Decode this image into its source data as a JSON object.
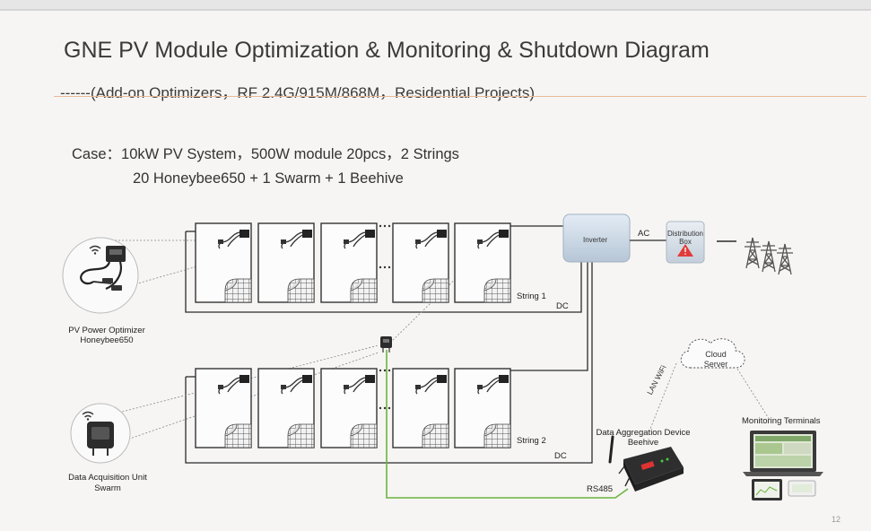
{
  "title": "GNE PV Module Optimization & Monitoring & Shutdown Diagram",
  "subtitle": "------(Add-on Optimizers，RF 2.4G/915M/868M，Residential Projects)",
  "case_line1": "Case：10kW PV System，500W module 20pcs，2 Strings",
  "case_line2": "20 Honeybee650 + 1 Swarm + 1 Beehive",
  "labels": {
    "optimizer": "PV Power Optimizer",
    "optimizer_model": "Honeybee650",
    "dau": "Data Acquisition Unit",
    "dau_model": "Swarm",
    "string1": "String 1",
    "string2": "String 2",
    "dc1": "DC",
    "dc2": "DC",
    "inverter": "Inverter",
    "ac": "AC",
    "distribution_line1": "Distribution",
    "distribution_line2": "Box",
    "cloud_line1": "Cloud",
    "cloud_line2": "Server",
    "lan_wifi": "LAN WiFi",
    "monitoring": "Monitoring Terminals",
    "aggregation": "Data Aggregation Device",
    "aggregation_model": "Beehive",
    "rs485": "RS485"
  },
  "page_number": "12",
  "colors": {
    "wire": "#2b2b2b",
    "rs485_line": "#6cb33f",
    "divider": "#e8b898",
    "warning": "#e23b3b"
  },
  "icons": [
    "wifi-icon",
    "optimizer-icon",
    "swarm-icon",
    "inverter-icon",
    "distribution-box-icon",
    "warning-icon",
    "transmission-tower-icon",
    "cloud-icon",
    "laptop-icon",
    "tablet-icon",
    "phone-icon",
    "beehive-router-icon"
  ]
}
